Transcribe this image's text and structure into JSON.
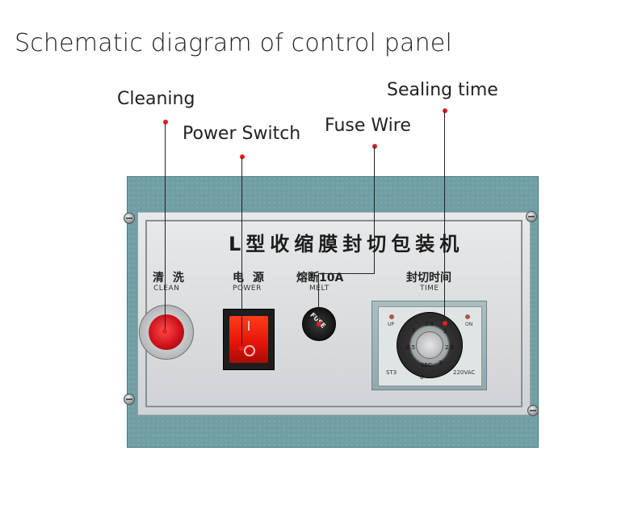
{
  "title": "Schematic diagram of control panel",
  "callouts": {
    "cleaning": "Cleaning",
    "power_switch": "Power Switch",
    "fuse_wire": "Fuse Wire",
    "sealing_time": "Sealing time"
  },
  "panel": {
    "heading": "L型收缩膜封切包装机",
    "clean_cn": "清 洗",
    "clean_en": "CLEAN",
    "power_cn": "电 源",
    "power_en": "POWER",
    "melt_cn": "熔断10A",
    "melt_en": "MELT",
    "time_cn": "封切时间",
    "time_en": "TIME"
  },
  "fuse_label": "FUSE",
  "timer": {
    "model": "ST3",
    "voltage": "220VAC",
    "unit": "SEC.",
    "up": "UP",
    "on": "ON",
    "scale": [
      "0",
      "0.5",
      "1",
      "1.5",
      "2",
      "2.5",
      "3"
    ]
  },
  "colors": {
    "machine": "#6f9ea3",
    "callout_dot": "#e51e1e",
    "clean_button": "#d0121b",
    "power_rocker": "#e3130a"
  }
}
